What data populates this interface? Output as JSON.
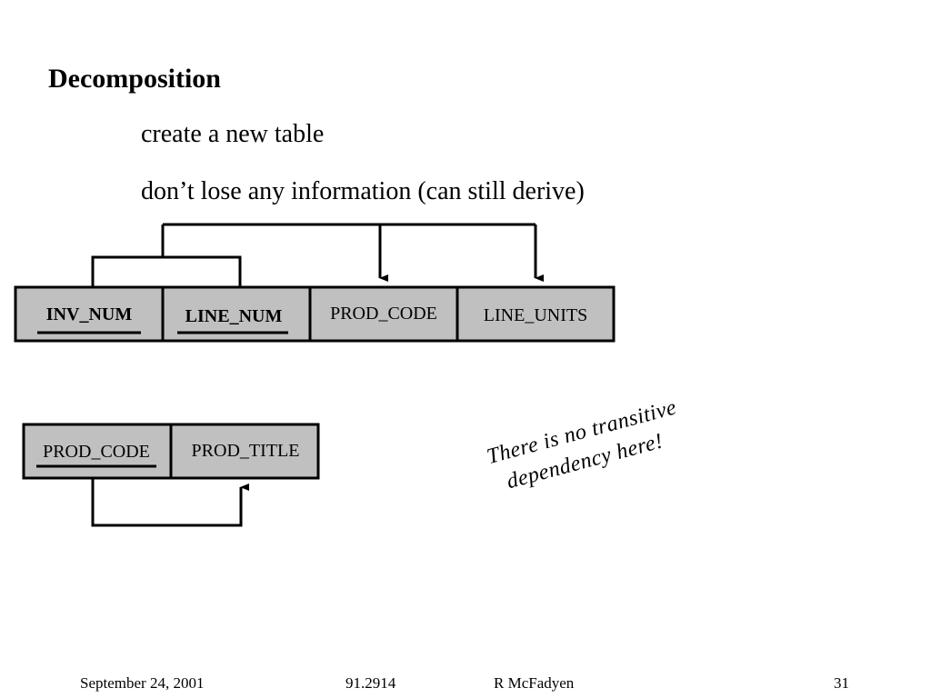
{
  "slide": {
    "title": "Decomposition",
    "bullets": [
      "create a new table",
      "don’t lose any information (can still derive)"
    ]
  },
  "table_1": {
    "columns": [
      {
        "label": "INV_NUM",
        "primary_key": true
      },
      {
        "label": "LINE_NUM",
        "primary_key": true
      },
      {
        "label": "PROD_CODE",
        "primary_key": false
      },
      {
        "label": "LINE_UNITS",
        "primary_key": false
      }
    ]
  },
  "table_2": {
    "columns": [
      {
        "label": "PROD_CODE",
        "primary_key": true
      },
      {
        "label": "PROD_TITLE",
        "primary_key": false
      }
    ]
  },
  "note": {
    "line_1": "There is no transitive",
    "line_2": "dependency here!"
  },
  "footer": {
    "date": "September 24, 2001",
    "course": "91.2914",
    "author": "R McFadyen",
    "page": "31"
  },
  "colors": {
    "cell_fill": "#c0c0c0",
    "line": "#000000"
  }
}
